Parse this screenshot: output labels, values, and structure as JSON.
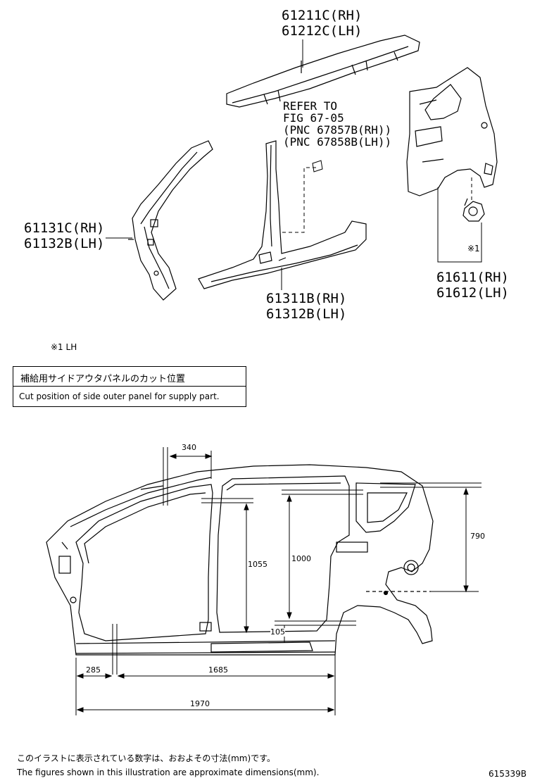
{
  "parts": {
    "roof_rail": [
      "61211C(RH)",
      "61212C(LH)"
    ],
    "refer": [
      "REFER TO",
      "FIG 67-05",
      "(PNC 67857B(RH))",
      "(PNC 67858B(LH))"
    ],
    "front_pillar": [
      "61131C(RH)",
      "61132B(LH)"
    ],
    "center_pillar": [
      "61311B(RH)",
      "61312B(LH)"
    ],
    "quarter_panel": [
      "61611(RH)",
      "61612(LH)"
    ],
    "clip_mark": "※1",
    "note": "※1 LH"
  },
  "supply_box": {
    "jp": "補給用サイドアウタパネルのカット位置",
    "en": "Cut position of side outer panel for supply part."
  },
  "dimensions": {
    "d340": "340",
    "d1055": "1055",
    "d1000": "1000",
    "d790": "790",
    "d105": "105",
    "d285": "285",
    "d1685": "1685",
    "d1970": "1970"
  },
  "footer": {
    "jp": "このイラストに表示されている数字は、おおよその寸法(mm)です。",
    "en": "The figures shown in this illustration are approximate dimensions(mm).",
    "code": "615339B"
  }
}
